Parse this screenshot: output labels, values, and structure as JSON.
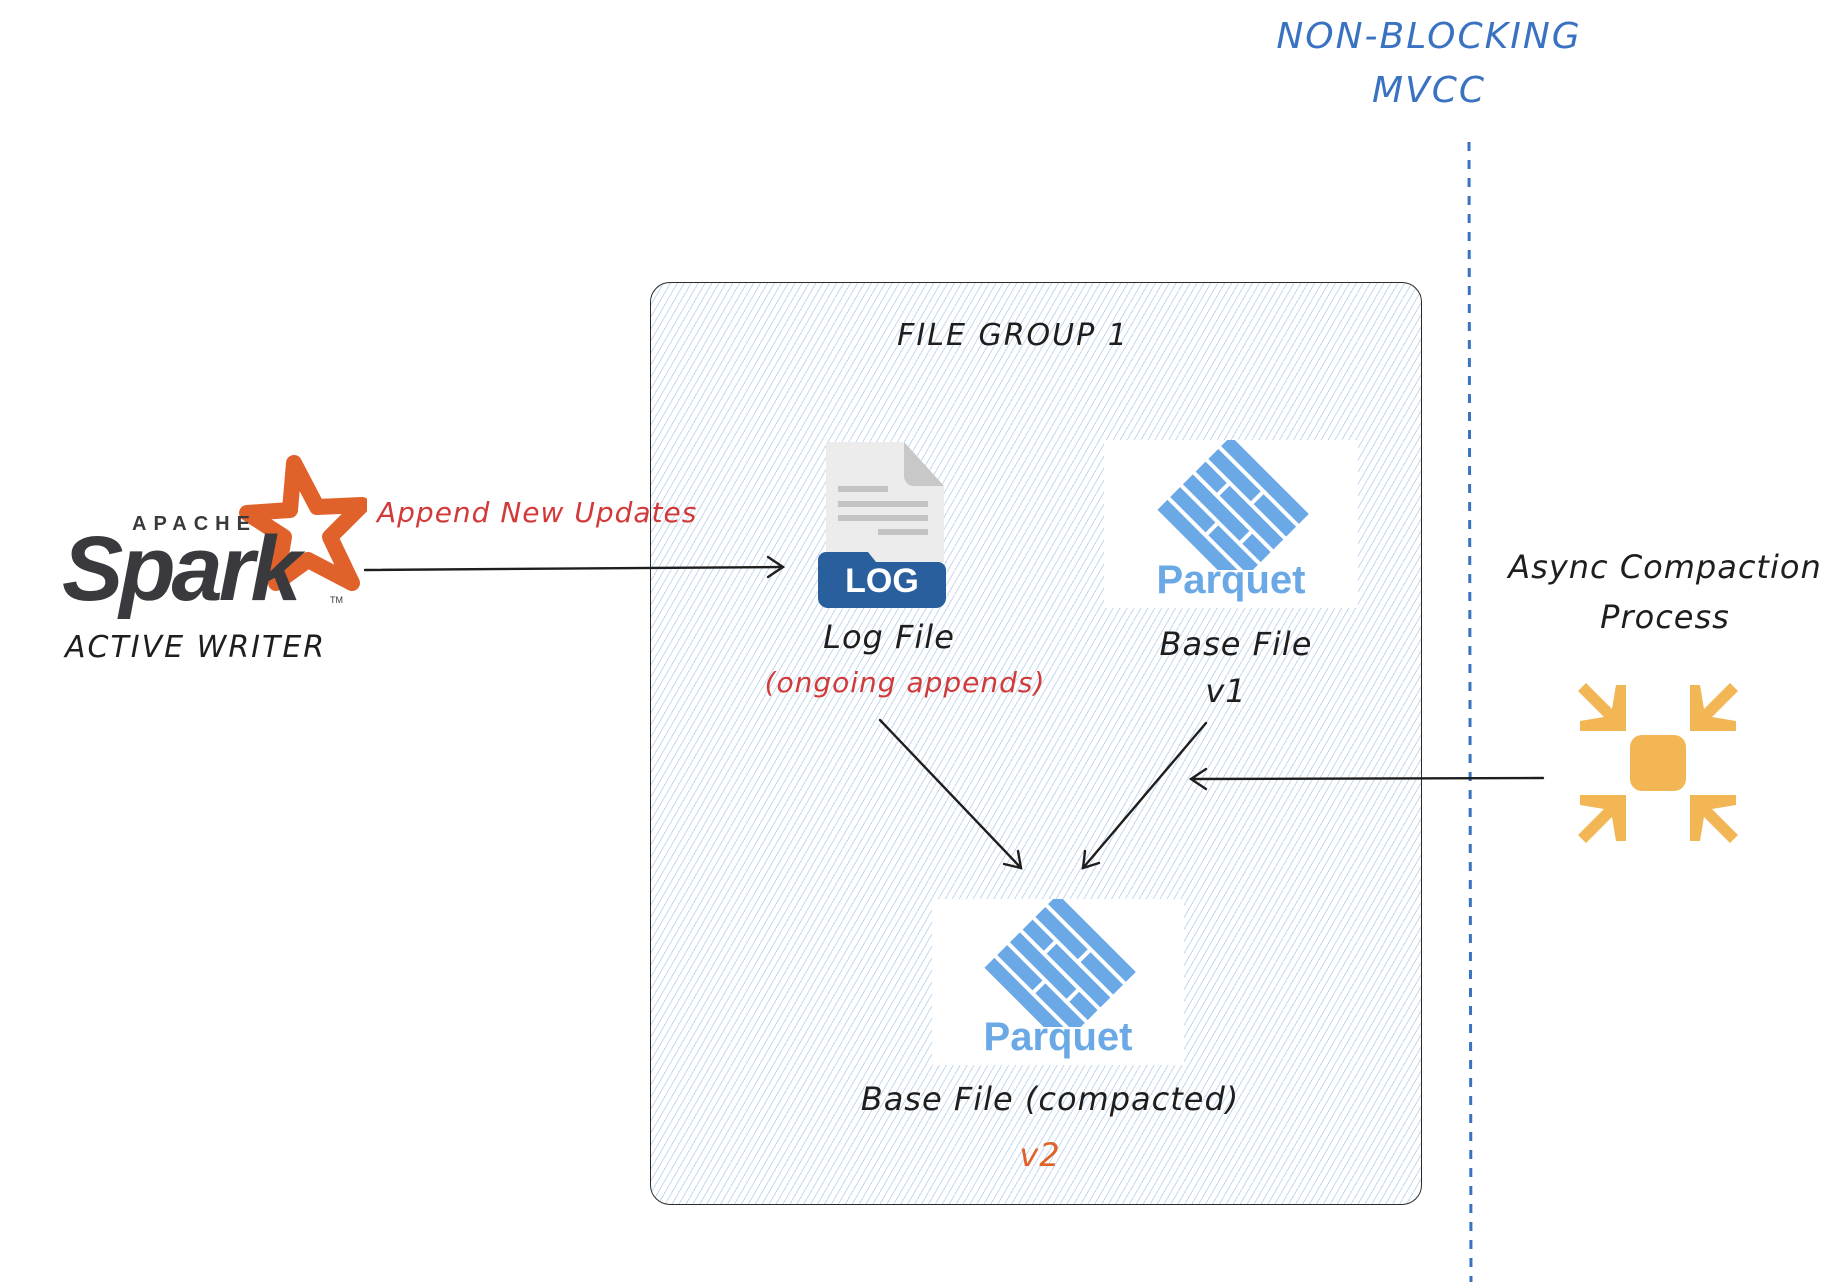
{
  "title": {
    "line1": "NON-BLOCKING",
    "line2": "MVCC",
    "color": "#3a72c2"
  },
  "writer": {
    "logo": {
      "top_text": "APACHE",
      "word": "Spark",
      "tm": "TM",
      "star_color": "#e0622a",
      "text_color": "#3a3a3e"
    },
    "label": "ACTIVE WRITER",
    "arrow_label": "Append New Updates",
    "arrow_label_color": "#d23a3a"
  },
  "file_group": {
    "title": "FILE GROUP 1",
    "log_file": {
      "icon": "log-file-icon",
      "badge": "LOG",
      "badge_color": "#2a5f9e",
      "label": "Log File",
      "sublabel": "(ongoing appends)",
      "sublabel_color": "#d23a3a"
    },
    "base_file_v1": {
      "icon": "parquet-logo-icon",
      "brand": "Parquet",
      "label": "Base File",
      "version": "v1"
    },
    "base_file_v2": {
      "icon": "parquet-logo-icon",
      "brand": "Parquet",
      "label": "Base File (compacted)",
      "version": "v2",
      "version_color": "#e0622a"
    }
  },
  "compaction": {
    "label_line1": "Async Compaction",
    "label_line2": "Process",
    "icon": "compress-arrows-icon",
    "icon_color": "#f2b655"
  },
  "divider": {
    "style": "dashed",
    "color": "#3a72c2"
  }
}
